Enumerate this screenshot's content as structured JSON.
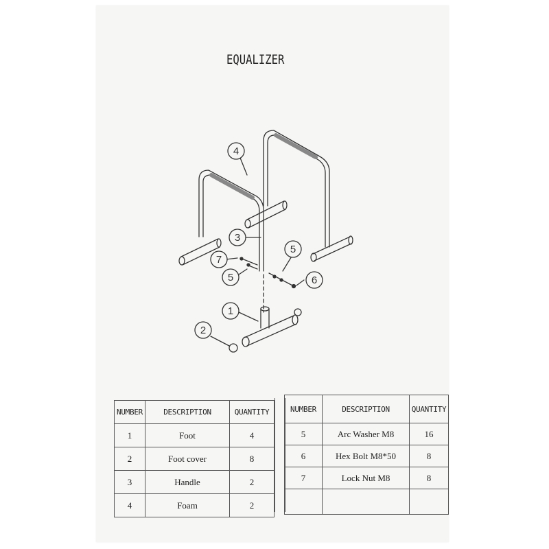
{
  "title": "EQUALIZER",
  "callouts": [
    "1",
    "2",
    "3",
    "4",
    "5",
    "5",
    "6",
    "7"
  ],
  "table_left": {
    "headers": [
      "NUMBER",
      "DESCRIPTION",
      "QUANTITY"
    ],
    "rows": [
      [
        "1",
        "Foot",
        "4"
      ],
      [
        "2",
        "Foot cover",
        "8"
      ],
      [
        "3",
        "Handle",
        "2"
      ],
      [
        "4",
        "Foam",
        "2"
      ]
    ]
  },
  "table_right": {
    "headers": [
      "NUMBER",
      "DESCRIPTION",
      "QUANTITY"
    ],
    "rows": [
      [
        "5",
        "Arc Washer M8",
        "16"
      ],
      [
        "6",
        "Hex Bolt M8*50",
        "8"
      ],
      [
        "7",
        "Lock Nut M8",
        "8"
      ],
      [
        "",
        "",
        ""
      ]
    ]
  }
}
